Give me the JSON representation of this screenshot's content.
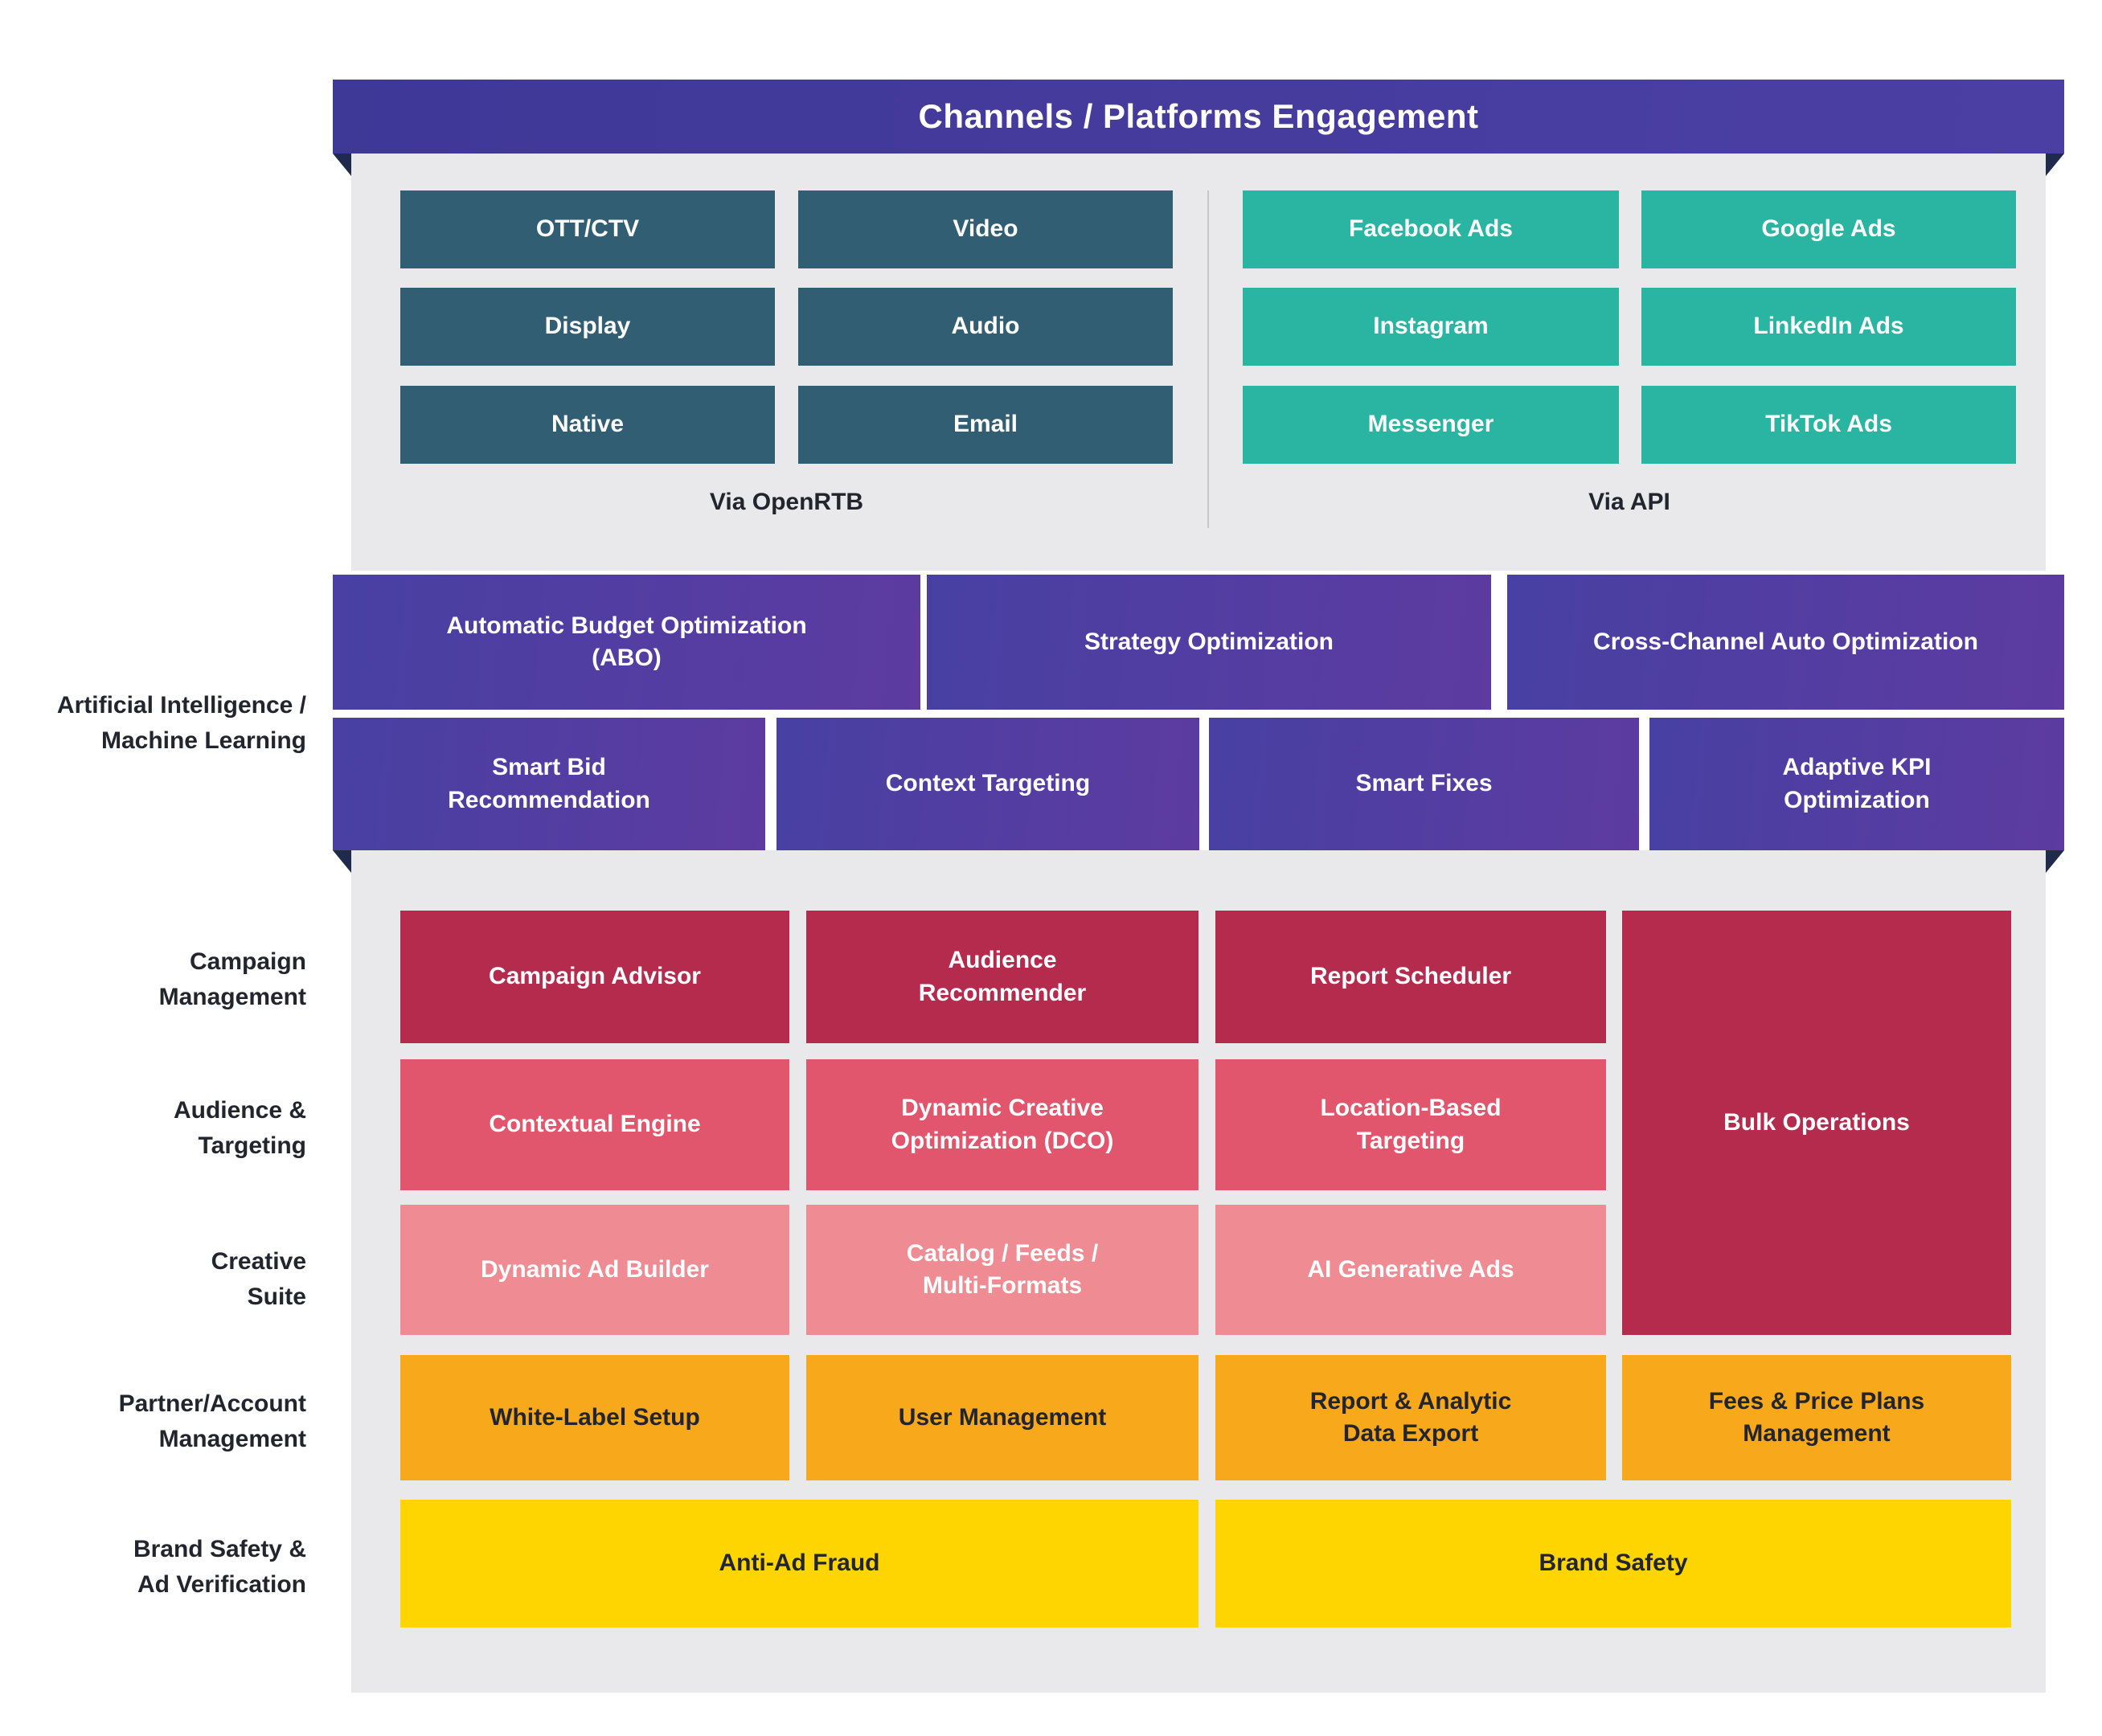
{
  "header": {
    "title": "Channels / Platforms Engagement"
  },
  "channels": {
    "openrtb": {
      "label": "Via OpenRTB",
      "items": [
        "OTT/CTV",
        "Video",
        "Display",
        "Audio",
        "Native",
        "Email"
      ]
    },
    "api": {
      "label": "Via API",
      "items": [
        "Facebook Ads",
        "Google Ads",
        "Instagram",
        "LinkedIn Ads",
        "Messenger",
        "TikTok Ads"
      ]
    }
  },
  "ai_ml": {
    "section_label": "Artificial Intelligence /\nMachine Learning",
    "row1": [
      "Automatic Budget Optimization\n(ABO)",
      "Strategy Optimization",
      "Cross-Channel Auto Optimization"
    ],
    "row2": [
      "Smart Bid\nRecommendation",
      "Context Targeting",
      "Smart Fixes",
      "Adaptive KPI\nOptimization"
    ]
  },
  "features": {
    "section_labels": [
      "Campaign\nManagement",
      "Audience &\nTargeting",
      "Creative\nSuite",
      "Partner/Account\nManagement",
      "Brand Safety &\nAd Verification"
    ],
    "campaign_management": [
      "Campaign Advisor",
      "Audience\nRecommender",
      "Report Scheduler"
    ],
    "audience_targeting": [
      "Contextual Engine",
      "Dynamic Creative\nOptimization (DCO)",
      "Location-Based\nTargeting"
    ],
    "creative_suite": [
      "Dynamic Ad Builder",
      "Catalog / Feeds /\nMulti-Formats",
      "AI Generative Ads"
    ],
    "bulk_operations": "Bulk Operations",
    "partner_account": [
      "White-Label Setup",
      "User Management",
      "Report & Analytic\nData Export",
      "Fees & Price Plans\nManagement"
    ],
    "brand_safety": [
      "Anti-Ad Fraud",
      "Brand Safety"
    ]
  },
  "palette": {
    "banner": "#433c9d",
    "fold": "#1f2a4d",
    "teal_dark": "#325e74",
    "teal": "#2ab4a2",
    "ai_gradient_start": "#4840a3",
    "ai_gradient_end": "#5d3ba0",
    "crimson": "#b52b4d",
    "red": "#e1566c",
    "pink": "#ef8c93",
    "amber": "#f7a81b",
    "yellow": "#ffd500",
    "panel_gray": "#e9e9eb",
    "dark_text": "#23252e"
  }
}
